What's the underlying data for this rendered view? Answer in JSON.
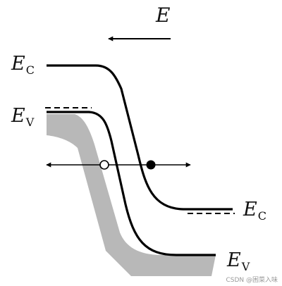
{
  "labels": {
    "field": "E",
    "ec_left_main": "E",
    "ec_left_sub": "C",
    "ev_left_main": "E",
    "ev_left_sub": "V",
    "ec_right_main": "E",
    "ec_right_sub": "C",
    "ev_right_main": "E",
    "ev_right_sub": "V"
  },
  "watermark": "CSDN @困菜入味",
  "colors": {
    "line": "#000000",
    "valence_fill": "#b8b8b8",
    "hole_fill": "#ffffff",
    "electron_fill": "#000000"
  }
}
